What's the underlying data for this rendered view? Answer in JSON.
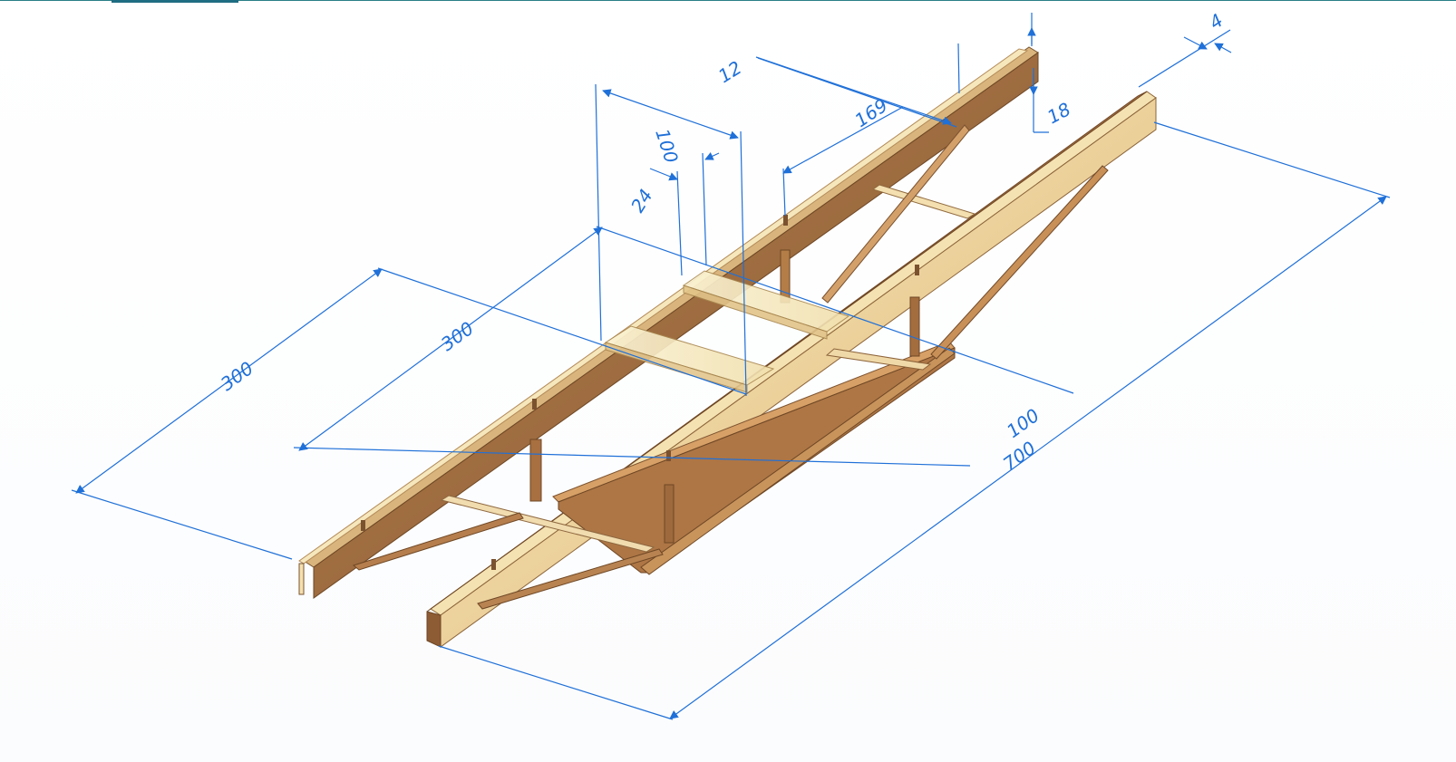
{
  "dimensions": {
    "d300_outer": "300",
    "d300_inner": "300",
    "d100_top": "100",
    "d24": "24",
    "d12": "12",
    "d169": "169",
    "d18": "18",
    "d4": "4",
    "d100_bottom": "100",
    "d700": "700"
  },
  "colors": {
    "dimension": "#1f70d8",
    "wood_light": "#f1ddb0",
    "wood_mid": "#c99b62",
    "wood_dark": "#9a6a3d",
    "wood_edge": "#6e4725",
    "panel": "#f8eec8"
  }
}
